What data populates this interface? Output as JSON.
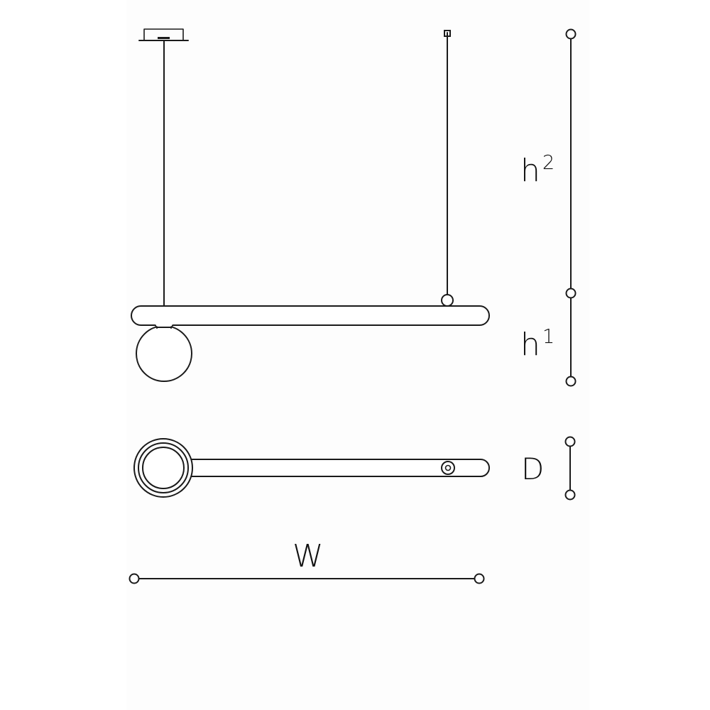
{
  "diagram": {
    "title": "Linear pendant lamp dimension drawing",
    "views": [
      {
        "id": "front",
        "description": "Front elevation: canopy, two suspension cables, horizontal bar with globe shade on left end"
      },
      {
        "id": "top",
        "description": "Top/plan view: bar with ring-shaped globe holder at left and small round button near right end"
      }
    ],
    "dimensions": {
      "h2": {
        "label": "h",
        "superscript": "2",
        "meaning": "suspension cable length"
      },
      "h1": {
        "label": "h",
        "superscript": "1",
        "meaning": "fixture height"
      },
      "D": {
        "label": "D",
        "meaning": "depth"
      },
      "W": {
        "label": "W",
        "meaning": "width"
      }
    },
    "colors": {
      "line": "#1a1a1a",
      "background": "#ffffff",
      "panel": "#fdfdfd"
    }
  }
}
